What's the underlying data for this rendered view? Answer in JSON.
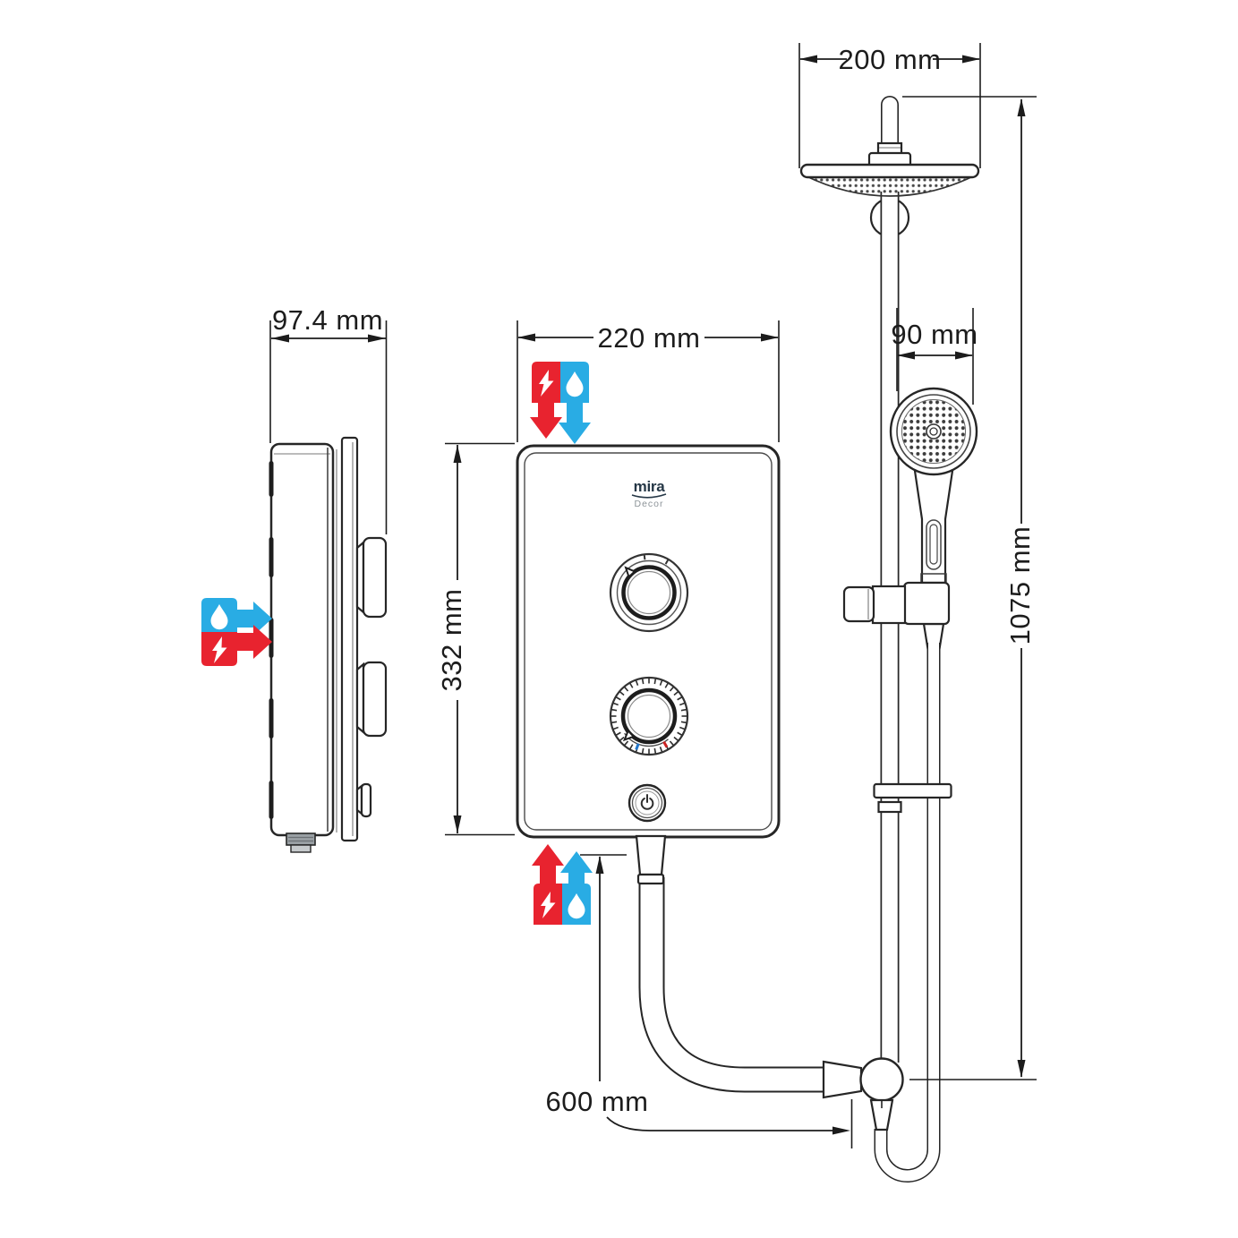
{
  "background": "#ffffff",
  "brand": {
    "logo": "mira",
    "model": "Decor"
  },
  "dimensions": {
    "side_depth": "97.4 mm",
    "front_width": "220 mm",
    "front_height": "332 mm",
    "overhead_diameter": "200 mm",
    "handset_diameter": "90 mm",
    "riser_height": "1075 mm",
    "horizontal_offset": "600 mm"
  },
  "colors": {
    "electric_red": "#e8232f",
    "water_blue": "#29ace4",
    "line": "#262626",
    "logo_navy": "#253746",
    "logo_gray": "#8d9499",
    "hot_mark_red": "#cc2222",
    "cold_mark_blue": "#2277cc"
  },
  "icons": {
    "electric": "lightning-bolt-icon",
    "water": "water-drop-icon",
    "power": "power-icon"
  }
}
